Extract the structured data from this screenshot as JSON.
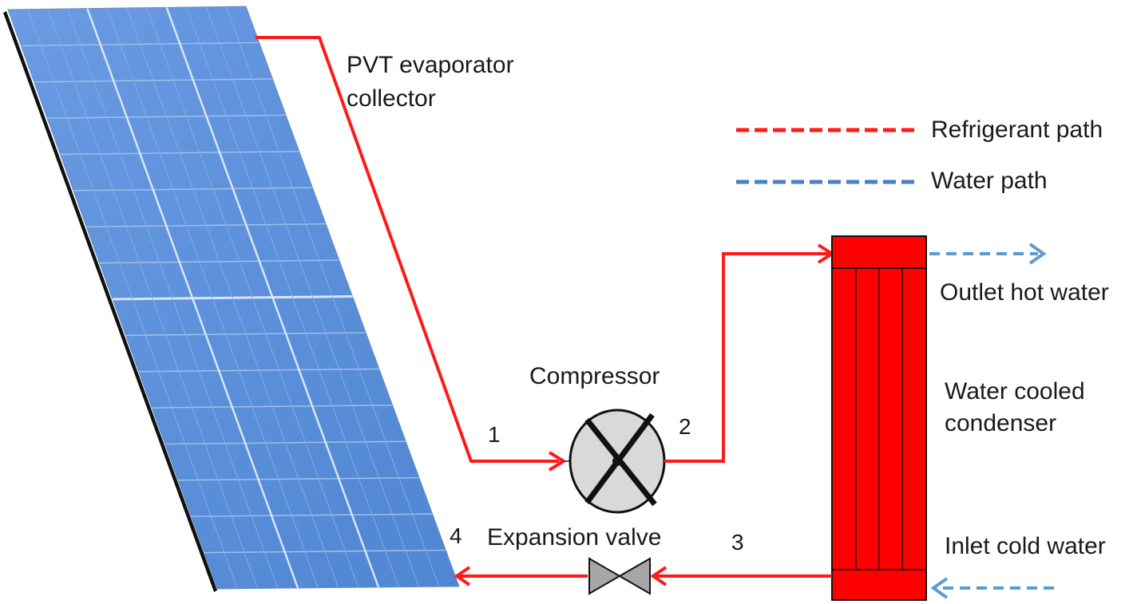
{
  "labels": {
    "pvt": "PVT evaporator",
    "pvt_line2": "collector",
    "compressor": "Compressor",
    "expansion_valve": "Expansion valve",
    "condenser": "Water cooled",
    "condenser_line2": "condenser",
    "outlet": "Outlet hot water",
    "inlet": "Inlet cold water"
  },
  "state_points": [
    "1",
    "2",
    "3",
    "4"
  ],
  "legend": {
    "refrigerant": "Refrigerant path",
    "water": "Water path"
  },
  "colors": {
    "refrigerant": "#ff1a1a",
    "water": "#4a7fc1",
    "water_arrow": "#5b9bd5",
    "condenser_fill": "#ff0000",
    "panel": "#5b8fd9",
    "compressor_fill": "#d9d9d9",
    "valve_fill": "#a6a6a6"
  }
}
